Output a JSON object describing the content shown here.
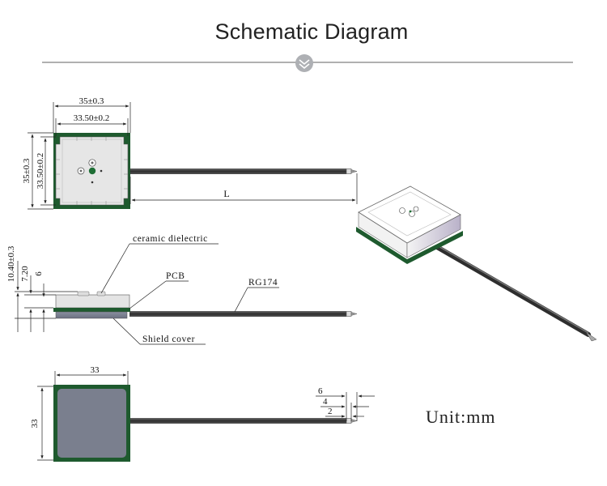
{
  "title": "Schematic Diagram",
  "top_view": {
    "dim_width_outer": "35±0.3",
    "dim_width_inner": "33.50±0.2",
    "dim_height_outer": "35±0.3",
    "dim_height_inner": "33.50±0.2",
    "dim_cable_length": "L"
  },
  "side_view": {
    "dim_total_height": "10.40±0.3",
    "dim_height_2": "7.20",
    "dim_height_3": "6",
    "label_ceramic": "ceramic dielectric",
    "label_pcb": "PCB",
    "label_cable": "RG174",
    "label_shield": "Shield cover"
  },
  "bottom_view": {
    "dim_width": "33",
    "dim_height": "33",
    "dim_connector_1": "6",
    "dim_connector_2": "4",
    "dim_connector_3": "2"
  },
  "unit_label": "Unit:mm",
  "colors": {
    "pcb_green": "#1e5a2e",
    "ceramic": "#e4e4e4",
    "shield": "#7a7f8e",
    "cable": "#3a3a3a",
    "divider": "#b0b0b0"
  }
}
